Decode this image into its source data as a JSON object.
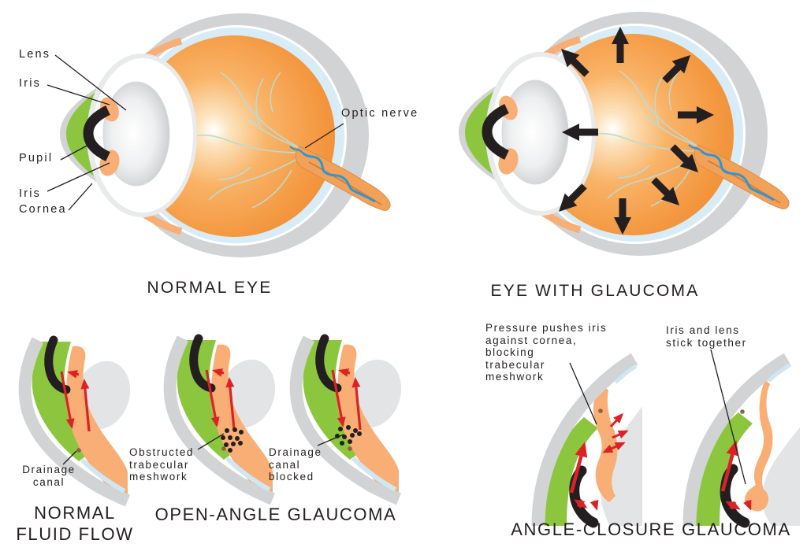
{
  "colors": {
    "sclera_gray": "#d2d3d4",
    "lens_blob_gray": "#e3e4e6",
    "cornea_green": "#8cc63e",
    "vitreous_orange": "#f28f35",
    "iris_orange": "#f8ae74",
    "choroid_blue": "#d8ecf7",
    "blue_sliver": "#cfe7f4",
    "pupil_black": "#231f20",
    "arrow_red": "#dd2226",
    "nerve_blue": "#2e96d3",
    "canal_brown": "#8a6240",
    "vessel_teal": "#bcdad3",
    "text_ink": "#231f20"
  },
  "normal_eye": {
    "caption": "NORMAL EYE",
    "lens": "Lens",
    "iris_upper": "Iris",
    "pupil": "Pupil",
    "iris_lower": "Iris",
    "cornea": "Cornea",
    "optic_nerve": "Optic nerve"
  },
  "glaucoma_eye": {
    "caption": "EYE WITH GLAUCOMA"
  },
  "fluid_flow": {
    "caption": "NORMAL\nFLUID FLOW",
    "drainage_canal": "Drainage\ncanal"
  },
  "open_angle": {
    "caption": "OPEN-ANGLE GLAUCOMA",
    "obstructed": "Obstructed\ntrabecular\nmeshwork",
    "blocked": "Drainage\ncanal\nblocked"
  },
  "angle_closure": {
    "caption": "ANGLE-CLOSURE GLAUCOMA",
    "pressure": "Pressure pushes iris\nagainst cornea,\nblocking\ntrabecular\nmeshwork",
    "stick": "Iris and lens\nstick together"
  }
}
